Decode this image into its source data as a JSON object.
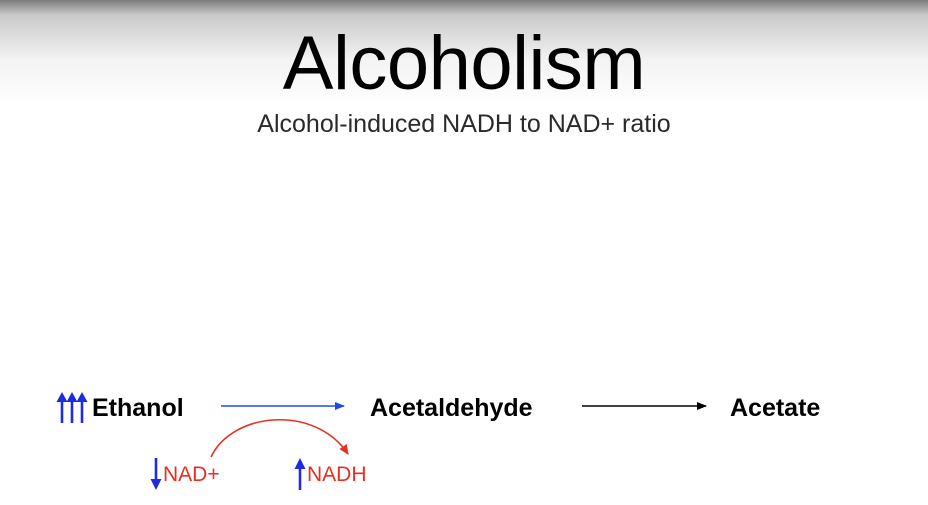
{
  "title": "Alcoholism",
  "subtitle": "Alcohol-induced NADH to NAD+ ratio",
  "pathway": {
    "substrate": "Ethanol",
    "intermediate": "Acetaldehyde",
    "product": "Acetate",
    "cofactor_in": "NAD+",
    "cofactor_out": "NADH"
  },
  "indicators": {
    "ethanol": {
      "direction": "up",
      "count": 3
    },
    "nad_plus": {
      "direction": "down",
      "count": 1
    },
    "nadh": {
      "direction": "up",
      "count": 1
    }
  },
  "colors": {
    "indicator_arrow": "#1f2be0",
    "reaction_arrow_1": "#1f4be0",
    "reaction_arrow_2": "#000000",
    "cofactor_text": "#e8301f",
    "cofactor_arc": "#e8301f"
  }
}
